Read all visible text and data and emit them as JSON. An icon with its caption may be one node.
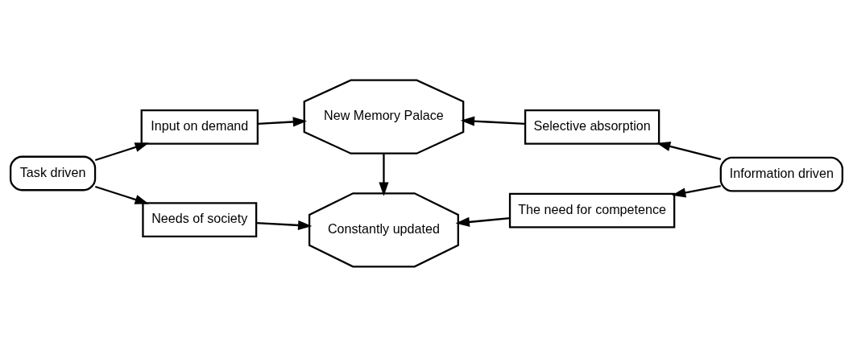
{
  "diagram": {
    "nodes": [
      {
        "text": [
          "New Memory Palace"
        ]
      },
      {
        "text": [
          "Task driven"
        ]
      },
      {
        "text": [
          "Input on demand"
        ]
      },
      {
        "text": [
          "Selective absorption"
        ]
      },
      {
        "text": [
          "Information driven"
        ]
      },
      {
        "text": [
          "Needs of society"
        ]
      },
      {
        "text": [
          "Constantly updated"
        ]
      },
      {
        "text": [
          "The need for competence"
        ]
      }
    ],
    "edges": [
      {
        "from": 1,
        "to": 2,
        "arrow": "to"
      },
      {
        "from": 2,
        "to": 0,
        "arrow": "to"
      },
      {
        "from": 4,
        "to": 3,
        "arrow": "to"
      },
      {
        "from": 3,
        "to": 0,
        "arrow": "to"
      },
      {
        "from": 0,
        "to": 6,
        "arrow": "to"
      },
      {
        "from": 1,
        "to": 5,
        "arrow": "to"
      },
      {
        "from": 5,
        "to": 6,
        "arrow": "to"
      },
      {
        "from": 4,
        "to": 7,
        "arrow": "to"
      },
      {
        "from": 7,
        "to": 6,
        "arrow": "to"
      }
    ]
  }
}
